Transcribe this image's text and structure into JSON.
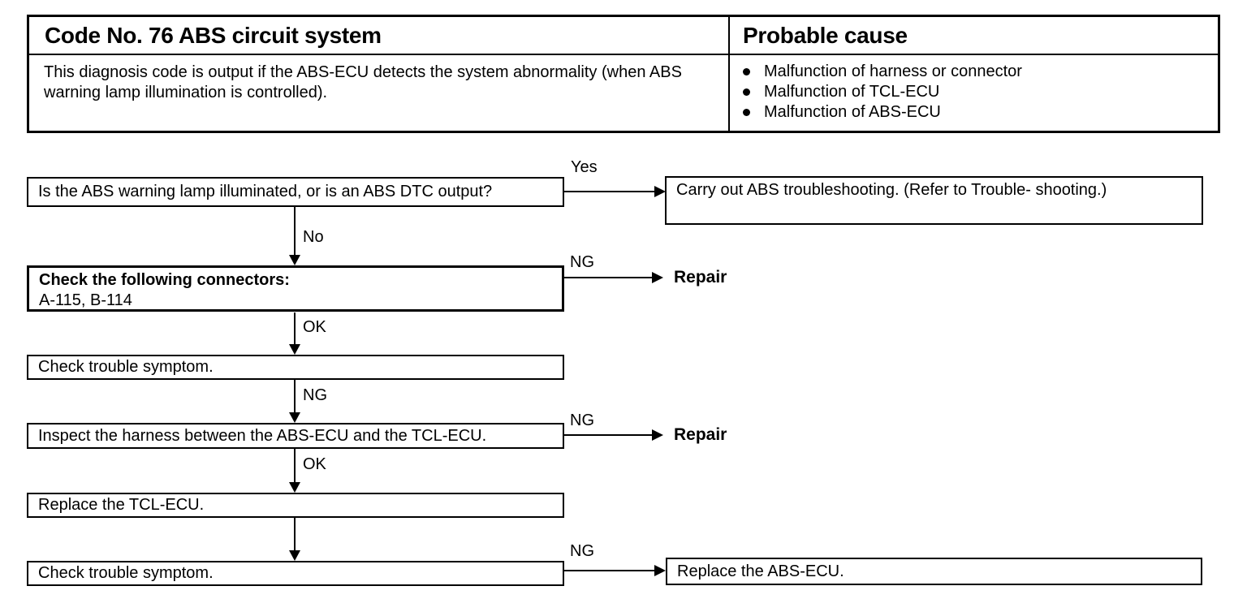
{
  "table": {
    "title": "Code No. 76 ABS circuit system",
    "cause_header": "Probable cause",
    "description": "This diagnosis code is output if the ABS-ECU detects the system abnormality (when ABS warning lamp illumination is controlled).",
    "causes": [
      "Malfunction of harness or connector",
      "Malfunction of TCL-ECU",
      "Malfunction of ABS-ECU"
    ]
  },
  "flow": {
    "q_warning_lamp": "Is the ABS warning lamp illuminated, or is an ABS DTC output?",
    "carry_out_abs": "Carry out ABS troubleshooting. (Refer to Trouble- shooting.)",
    "check_connectors_title": "Check the following connectors:",
    "check_connectors_detail": "A-115, B-114",
    "check_trouble_symptom": "Check trouble symptom.",
    "inspect_harness": "Inspect the harness between the ABS-ECU and the TCL-ECU.",
    "replace_tcl": "Replace the TCL-ECU.",
    "replace_abs": "Replace the ABS-ECU.",
    "labels": {
      "yes": "Yes",
      "no": "No",
      "ok": "OK",
      "ng": "NG",
      "repair": "Repair"
    }
  },
  "colors": {
    "ink": "#000000",
    "background": "#ffffff"
  }
}
